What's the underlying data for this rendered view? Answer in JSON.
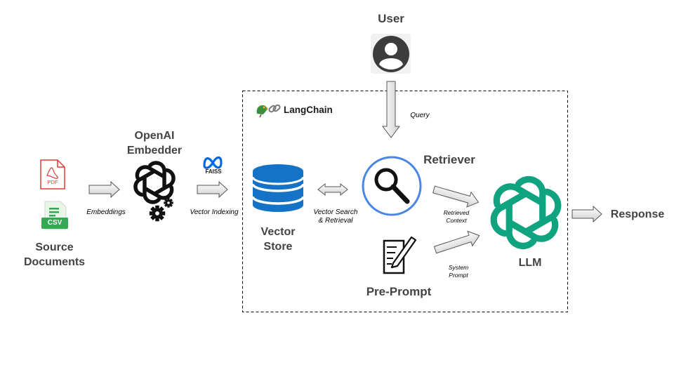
{
  "nodes": {
    "user": "User",
    "source_documents": [
      "Source",
      "Documents"
    ],
    "embedder": [
      "OpenAI",
      "Embedder"
    ],
    "vector_store": [
      "Vector",
      "Store"
    ],
    "retriever": "Retriever",
    "pre_prompt": "Pre-Prompt",
    "llm": "LLM",
    "response": "Response"
  },
  "edges": {
    "embeddings": "Embeddings",
    "vector_indexing": "Vector Indexing",
    "query": "Query",
    "vector_search": [
      "Vector Search",
      "& Retrieval"
    ],
    "retrieved_context": [
      "Retrieved",
      "Context"
    ],
    "system_prompt": [
      "System",
      "Prompt"
    ]
  },
  "logos": {
    "langchain": "LangChain",
    "faiss": "FAISS",
    "pdf": "PDF",
    "csv": "CSV"
  },
  "icons": [
    "user-icon",
    "pdf-file-icon",
    "csv-file-icon",
    "openai-logo-icon",
    "gears-icon",
    "meta-logo-icon",
    "database-icon",
    "magnifier-icon",
    "edit-document-icon",
    "parrot-icon",
    "link-icon"
  ],
  "colors": {
    "openai_green": "#10a37f",
    "database_blue": "#1473c6",
    "retriever_ring": "#4a86e8",
    "pdf_red": "#e53935",
    "csv_green": "#34a853",
    "meta_blue": "#0668e1",
    "label_gray": "#434343"
  }
}
